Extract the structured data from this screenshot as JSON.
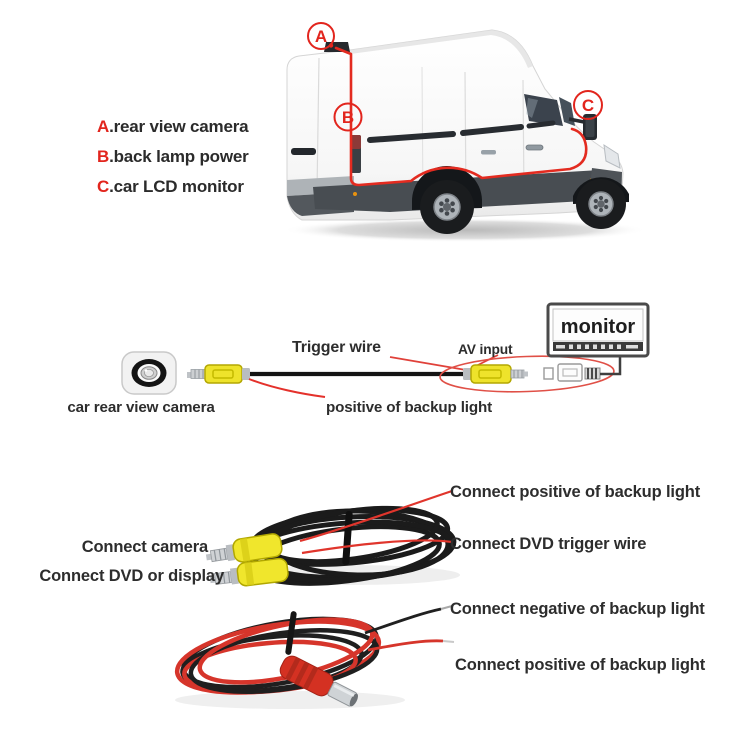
{
  "legend": {
    "items": [
      {
        "letter": "A",
        "text": ".rear view camera"
      },
      {
        "letter": "B",
        "text": ".back lamp power"
      },
      {
        "letter": "C",
        "text": ".car LCD monitor"
      }
    ]
  },
  "diagram": {
    "trigger_wire": "Trigger wire",
    "av_input": "AV input",
    "monitor": "monitor",
    "camera_caption": "car rear view camera",
    "backup_light_caption": "positive of backup light"
  },
  "rca_cable": {
    "connect_positive": "Connect positive of backup light",
    "connect_camera": "Connect camera",
    "connect_trigger": "Connect DVD trigger wire",
    "connect_dvd": "Connect DVD or display"
  },
  "power_cable": {
    "connect_negative": "Connect negative of backup light",
    "connect_positive": "Connect positive of backup light"
  },
  "colors": {
    "marker_red": "#e2251d",
    "wire_red": "#e0392e",
    "rca_yellow": "#eee32b",
    "text_dark": "#2d2d2d",
    "cable_black": "#1a1a1a",
    "power_wire_red": "#d6352b"
  }
}
